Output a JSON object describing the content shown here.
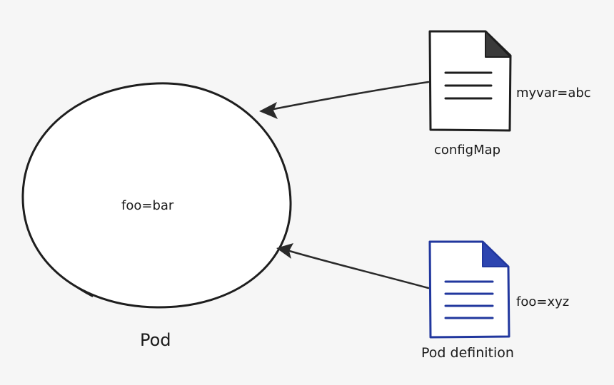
{
  "colors": {
    "background": "#f6f6f6",
    "ink": "#1e1e1e",
    "blue_ink": "#21379e"
  },
  "pod": {
    "title": "Pod",
    "inner_text": "foo=bar"
  },
  "config_map": {
    "title": "configMap",
    "key_value": "myvar=abc",
    "icon": "document-icon"
  },
  "pod_definition": {
    "title": "Pod definition",
    "key_value": "foo=xyz",
    "icon": "document-icon"
  },
  "arrows": [
    {
      "from": "configMap",
      "to": "Pod"
    },
    {
      "from": "Pod definition",
      "to": "Pod"
    }
  ]
}
